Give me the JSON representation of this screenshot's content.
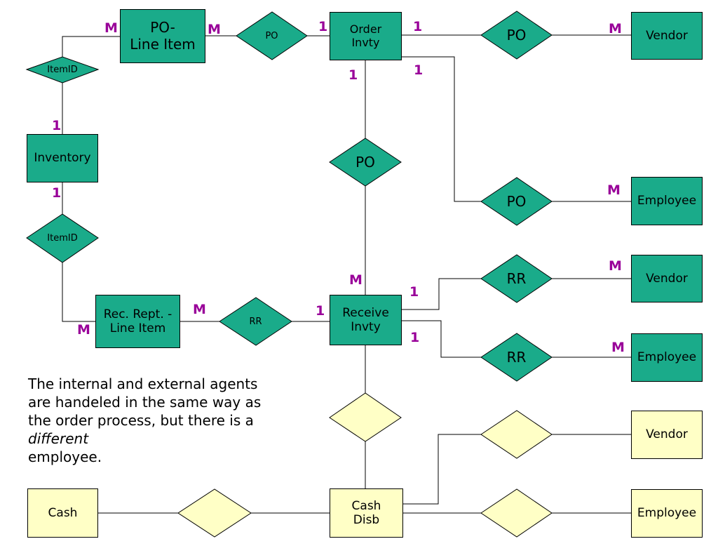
{
  "colors": {
    "entity_green": "#1aab8a",
    "entity_yellow": "#ffffc6",
    "cardinality": "#990099",
    "line": "#000000"
  },
  "entities": {
    "po_line_item": "PO-\nLine Item",
    "order_invty": "Order\nInvty",
    "vendor_1": "Vendor",
    "inventory": "Inventory",
    "employee_1": "Employee",
    "vendor_2": "Vendor",
    "rec_rept_line_item": "Rec. Rept. -\nLine Item",
    "receive_invty": "Receive\nInvty",
    "employee_2": "Employee",
    "vendor_3": "Vendor",
    "cash": "Cash",
    "cash_disb": "Cash\nDisb",
    "employee_3": "Employee"
  },
  "relationships": {
    "po_top": "PO",
    "po_vendor": "PO",
    "itemid_top": "ItemID",
    "po_middle": "PO",
    "po_employee": "PO",
    "itemid_bottom": "ItemID",
    "rr_vendor": "RR",
    "rr_left": "RR",
    "rr_employee": "RR",
    "cash_disb_blank": "",
    "vendor_blank": "",
    "cash_blank": "",
    "employee_blank": ""
  },
  "cardinalities": {
    "c1": "M",
    "c2": "M",
    "c3": "1",
    "c4": "1",
    "c5": "M",
    "c6": "1",
    "c7": "1",
    "c8": "1",
    "c9": "M",
    "c10": "1",
    "c11": "M",
    "c12": "M",
    "c13": "1",
    "c14": "M",
    "c15": "1",
    "c16": "1",
    "c17": "M",
    "c18": "M"
  },
  "note": {
    "text": "The internal and external agents are handeled in the same way as the order process, but there is a ",
    "emphasis": "different",
    "tail": "employee."
  }
}
